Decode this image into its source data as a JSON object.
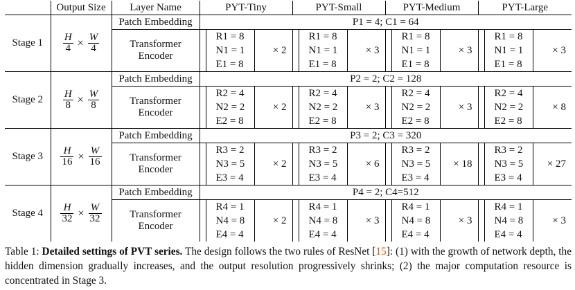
{
  "headers": [
    "Output Size",
    "Layer Name",
    "PYT-Tiny",
    "PYT-Small",
    "PYT-Medium",
    "PYT-Large"
  ],
  "patch_embedding_label": "Patch Embedding",
  "encoder_label_line1": "Transformer",
  "encoder_label_line2": "Encoder",
  "stages": [
    {
      "name": "Stage 1",
      "frac_h_num": "H",
      "frac_h_den": "4",
      "frac_w_num": "W",
      "frac_w_den": "4",
      "patch_settings": "P1 = 4;  C1 = 64",
      "params": [
        "R1 = 8",
        "N1 = 1",
        "E1 = 8"
      ],
      "multipliers": [
        "× 2",
        "× 3",
        "× 3",
        "× 3"
      ]
    },
    {
      "name": "Stage 2",
      "frac_h_num": "H",
      "frac_h_den": "8",
      "frac_w_num": "W",
      "frac_w_den": "8",
      "patch_settings": "P2 = 2;  C2 = 128",
      "params": [
        "R2 = 4",
        "N2 = 2",
        "E2 = 8"
      ],
      "multipliers": [
        "× 2",
        "× 3",
        "× 3",
        "× 8"
      ]
    },
    {
      "name": "Stage 3",
      "frac_h_num": "H",
      "frac_h_den": "16",
      "frac_w_num": "W",
      "frac_w_den": "16",
      "patch_settings": "P3 = 2;  C3 = 320",
      "params": [
        "R3 = 2",
        "N3 = 5",
        "E3 = 4"
      ],
      "multipliers": [
        "× 2",
        "× 6",
        "× 18",
        "× 27"
      ]
    },
    {
      "name": "Stage 4",
      "frac_h_num": "H",
      "frac_h_den": "32",
      "frac_w_num": "W",
      "frac_w_den": "32",
      "patch_settings": "P4 = 2;  C4=512",
      "params": [
        "R4 = 1",
        "N4 = 8",
        "E4 = 4"
      ],
      "multipliers": [
        "× 2",
        "× 3",
        "× 3",
        "× 3"
      ]
    }
  ],
  "caption": {
    "label": "Table 1: ",
    "bold": "Detailed settings of PVT series.",
    "text_before_cite": " The design follows the two rules of ResNet [",
    "cite": "15",
    "text_after_cite": "]: (1) with the growth of network depth, the hidden dimension gradually increases, and the output resolution progressively shrinks; (2) the major computation resource is concentrated in Stage 3."
  }
}
